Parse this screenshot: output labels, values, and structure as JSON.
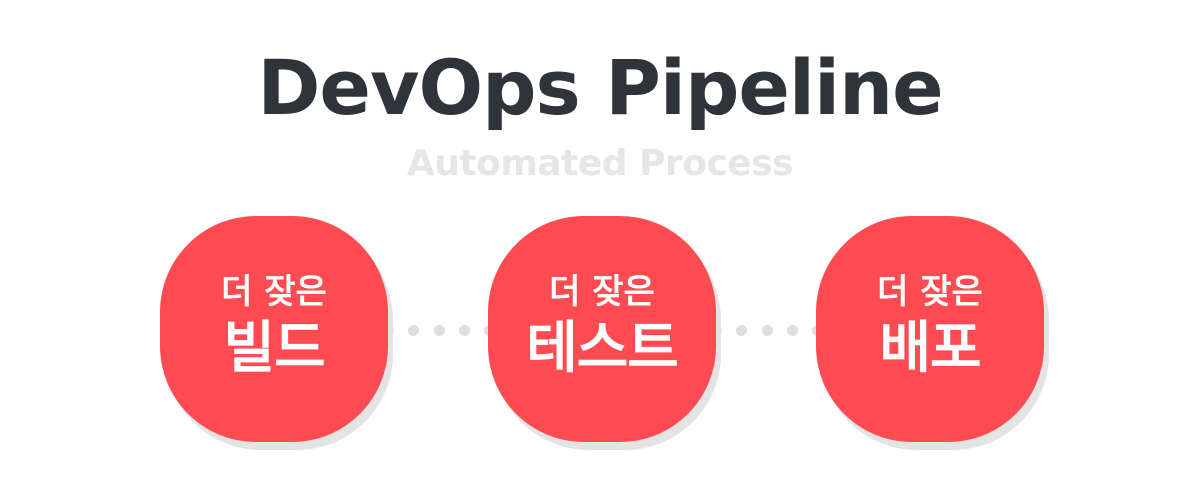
{
  "header": {
    "title": "DevOps Pipeline",
    "subtitle": "Automated Process"
  },
  "stages": [
    {
      "prefix": "더 잦은",
      "name": "빌드"
    },
    {
      "prefix": "더 잦은",
      "name": "테스트"
    },
    {
      "prefix": "더 잦은",
      "name": "배포"
    }
  ],
  "colors": {
    "accent": "#fe4b52",
    "title": "#2f343b",
    "subtitle": "#e6e6e6",
    "connector": "#dedede",
    "shadow": "#e4e4e4"
  }
}
